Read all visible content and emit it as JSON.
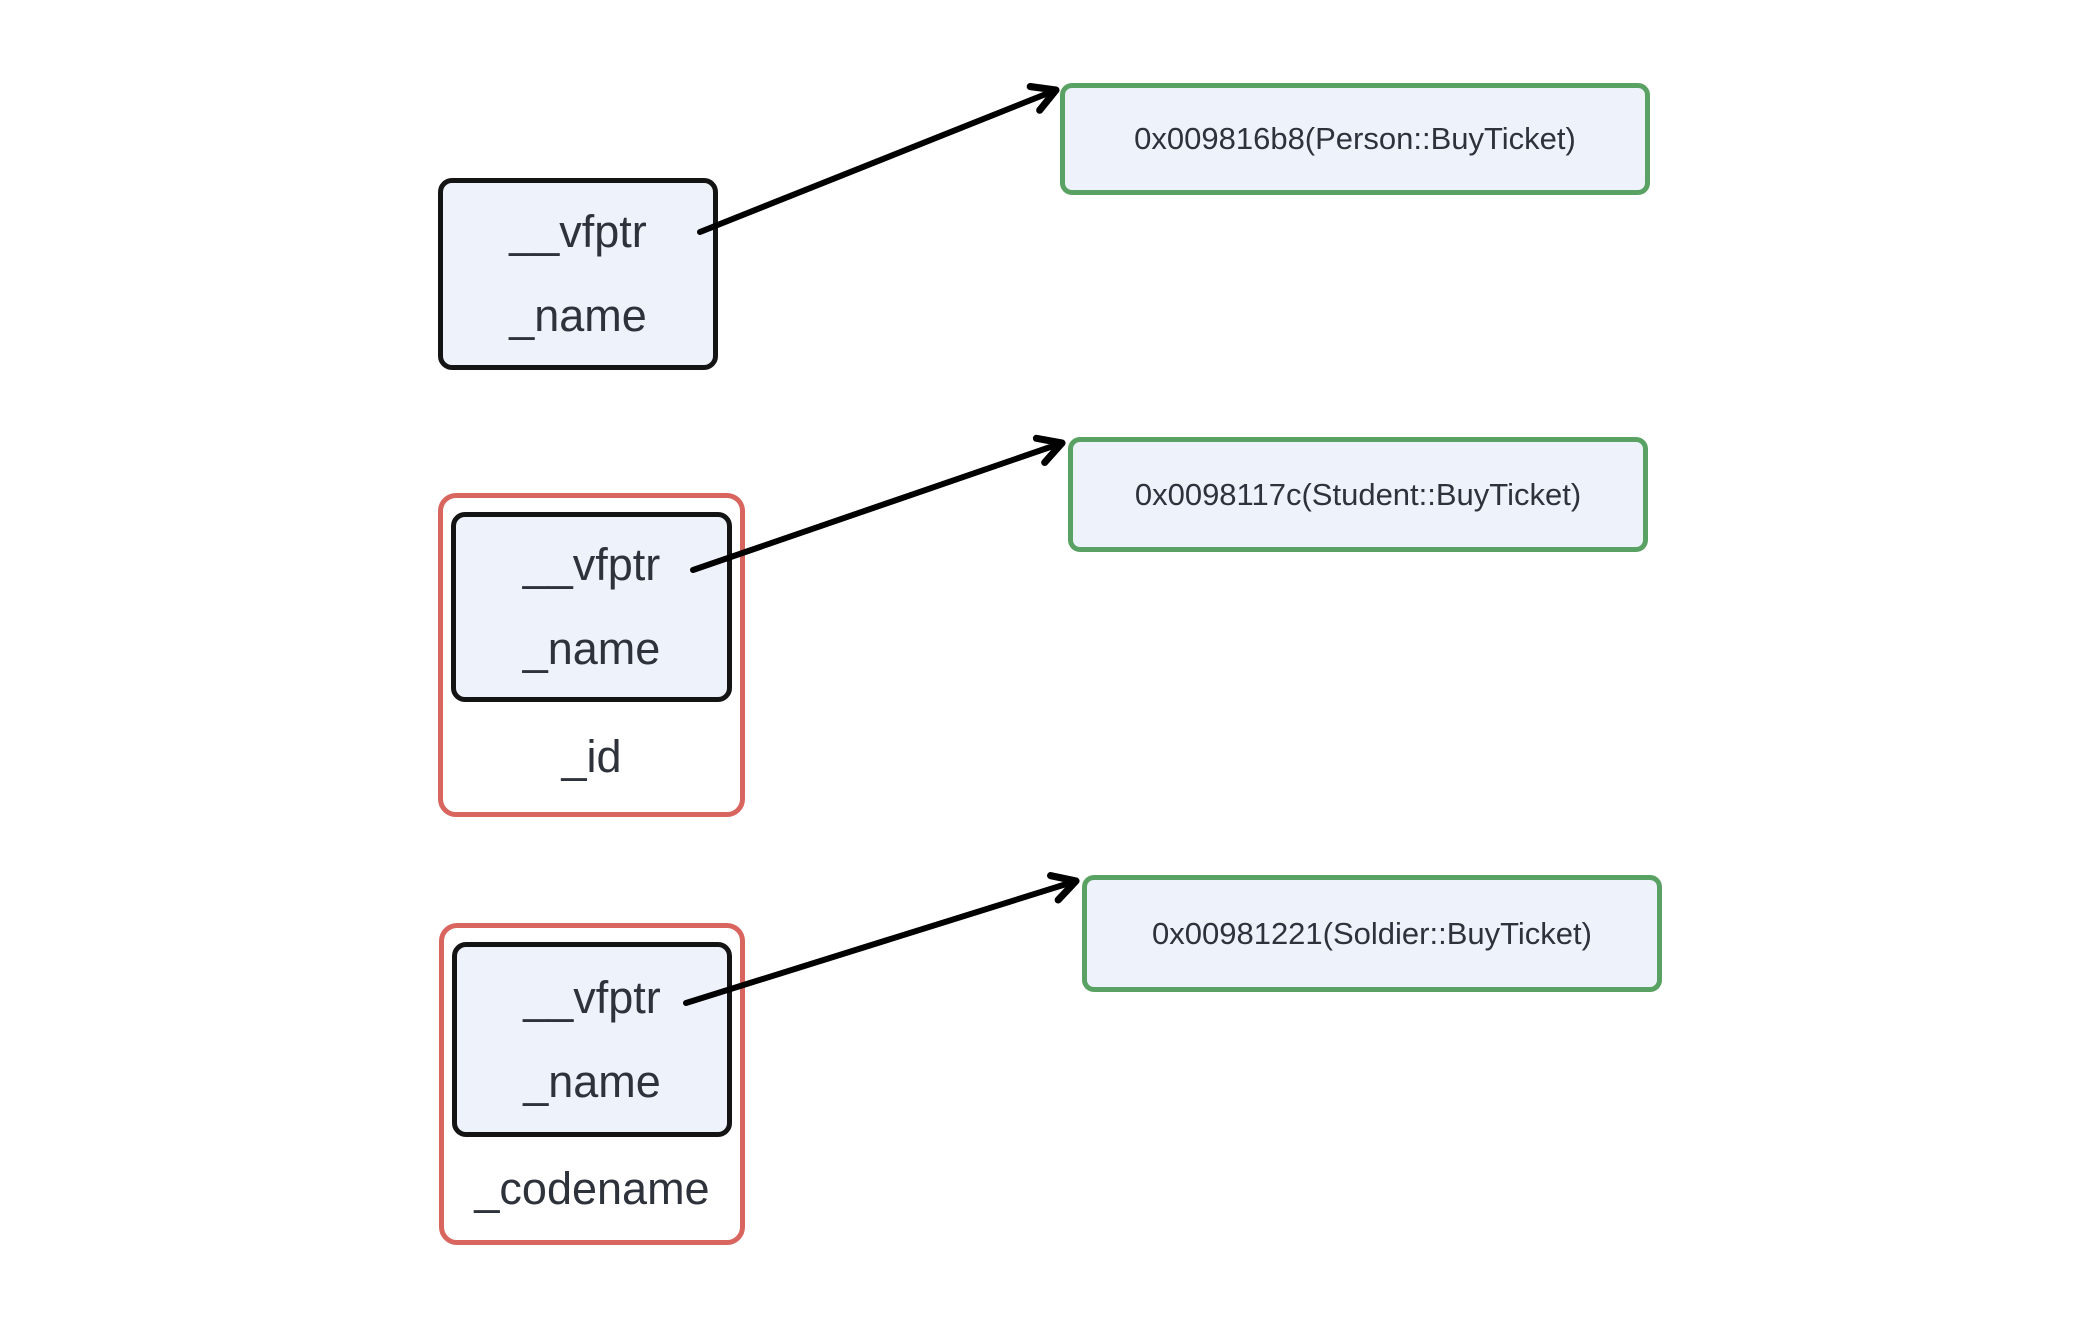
{
  "title": "virtual function pointer diagram",
  "colors": {
    "box_fill": "#edf2fb",
    "member_border": "#141414",
    "object_border_red": "#d9655f",
    "vtable_border_green": "#5aa264",
    "text": "#2e333b",
    "arrow": "#000000",
    "background": "#ffffff"
  },
  "objects": [
    {
      "class": "Person",
      "fields": [
        "__vfptr",
        "_name"
      ],
      "extra_field": null,
      "vtable_entry": "0x009816b8(Person::BuyTicket)"
    },
    {
      "class": "Student",
      "fields": [
        "__vfptr",
        "_name"
      ],
      "extra_field": "_id",
      "vtable_entry": "0x0098117c(Student::BuyTicket)"
    },
    {
      "class": "Soldier",
      "fields": [
        "__vfptr",
        "_name"
      ],
      "extra_field": "_codename",
      "vtable_entry": "0x00981221(Soldier::BuyTicket)"
    }
  ]
}
